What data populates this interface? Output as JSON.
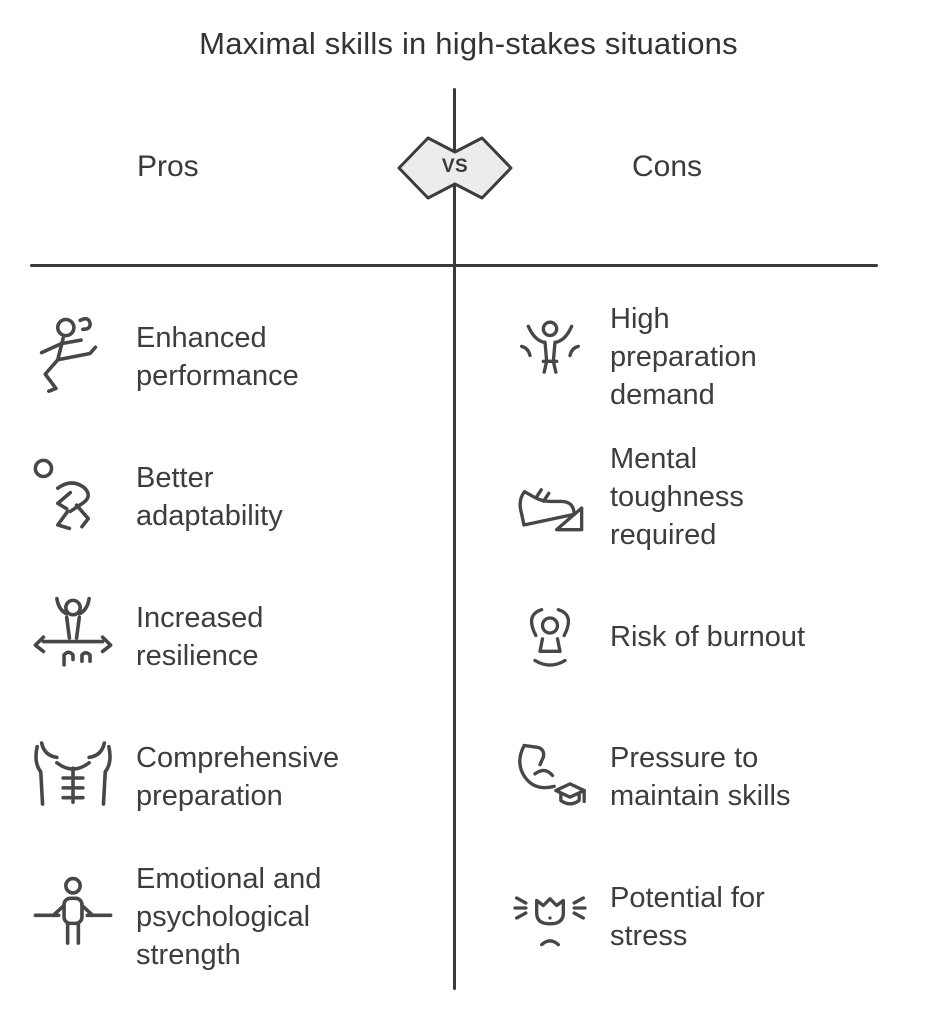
{
  "title": "Maximal skills in high-stakes situations",
  "badge": {
    "label": "VS"
  },
  "headers": {
    "pros": "Pros",
    "cons": "Cons"
  },
  "pros": [
    {
      "icon": "martial-arts-kick-icon",
      "label": "Enhanced\nperformance"
    },
    {
      "icon": "crouching-athlete-icon",
      "label": "Better\nadaptability"
    },
    {
      "icon": "finish-line-winner-icon",
      "label": "Increased\nresilience"
    },
    {
      "icon": "muscular-torso-icon",
      "label": "Comprehensive\npreparation"
    },
    {
      "icon": "athlete-at-bar-icon",
      "label": "Emotional and\npsychological\nstrength"
    }
  ],
  "cons": [
    {
      "icon": "celebrating-runner-icon",
      "label": "High\npreparation\ndemand"
    },
    {
      "icon": "running-shoe-incline-icon",
      "label": "Mental\ntoughness\nrequired"
    },
    {
      "icon": "arms-raised-person-icon",
      "label": "Risk of burnout"
    },
    {
      "icon": "flexed-arm-graduation-icon",
      "label": "Pressure to\nmaintain skills"
    },
    {
      "icon": "stressed-head-icon",
      "label": "Potential for\nstress"
    }
  ],
  "colors": {
    "background": "#ffffff",
    "text": "#3d3d3d",
    "line": "#3a3a3a",
    "icon_stroke": "#474747",
    "badge_fill": "#ececec",
    "badge_border": "#3c3c3c"
  }
}
